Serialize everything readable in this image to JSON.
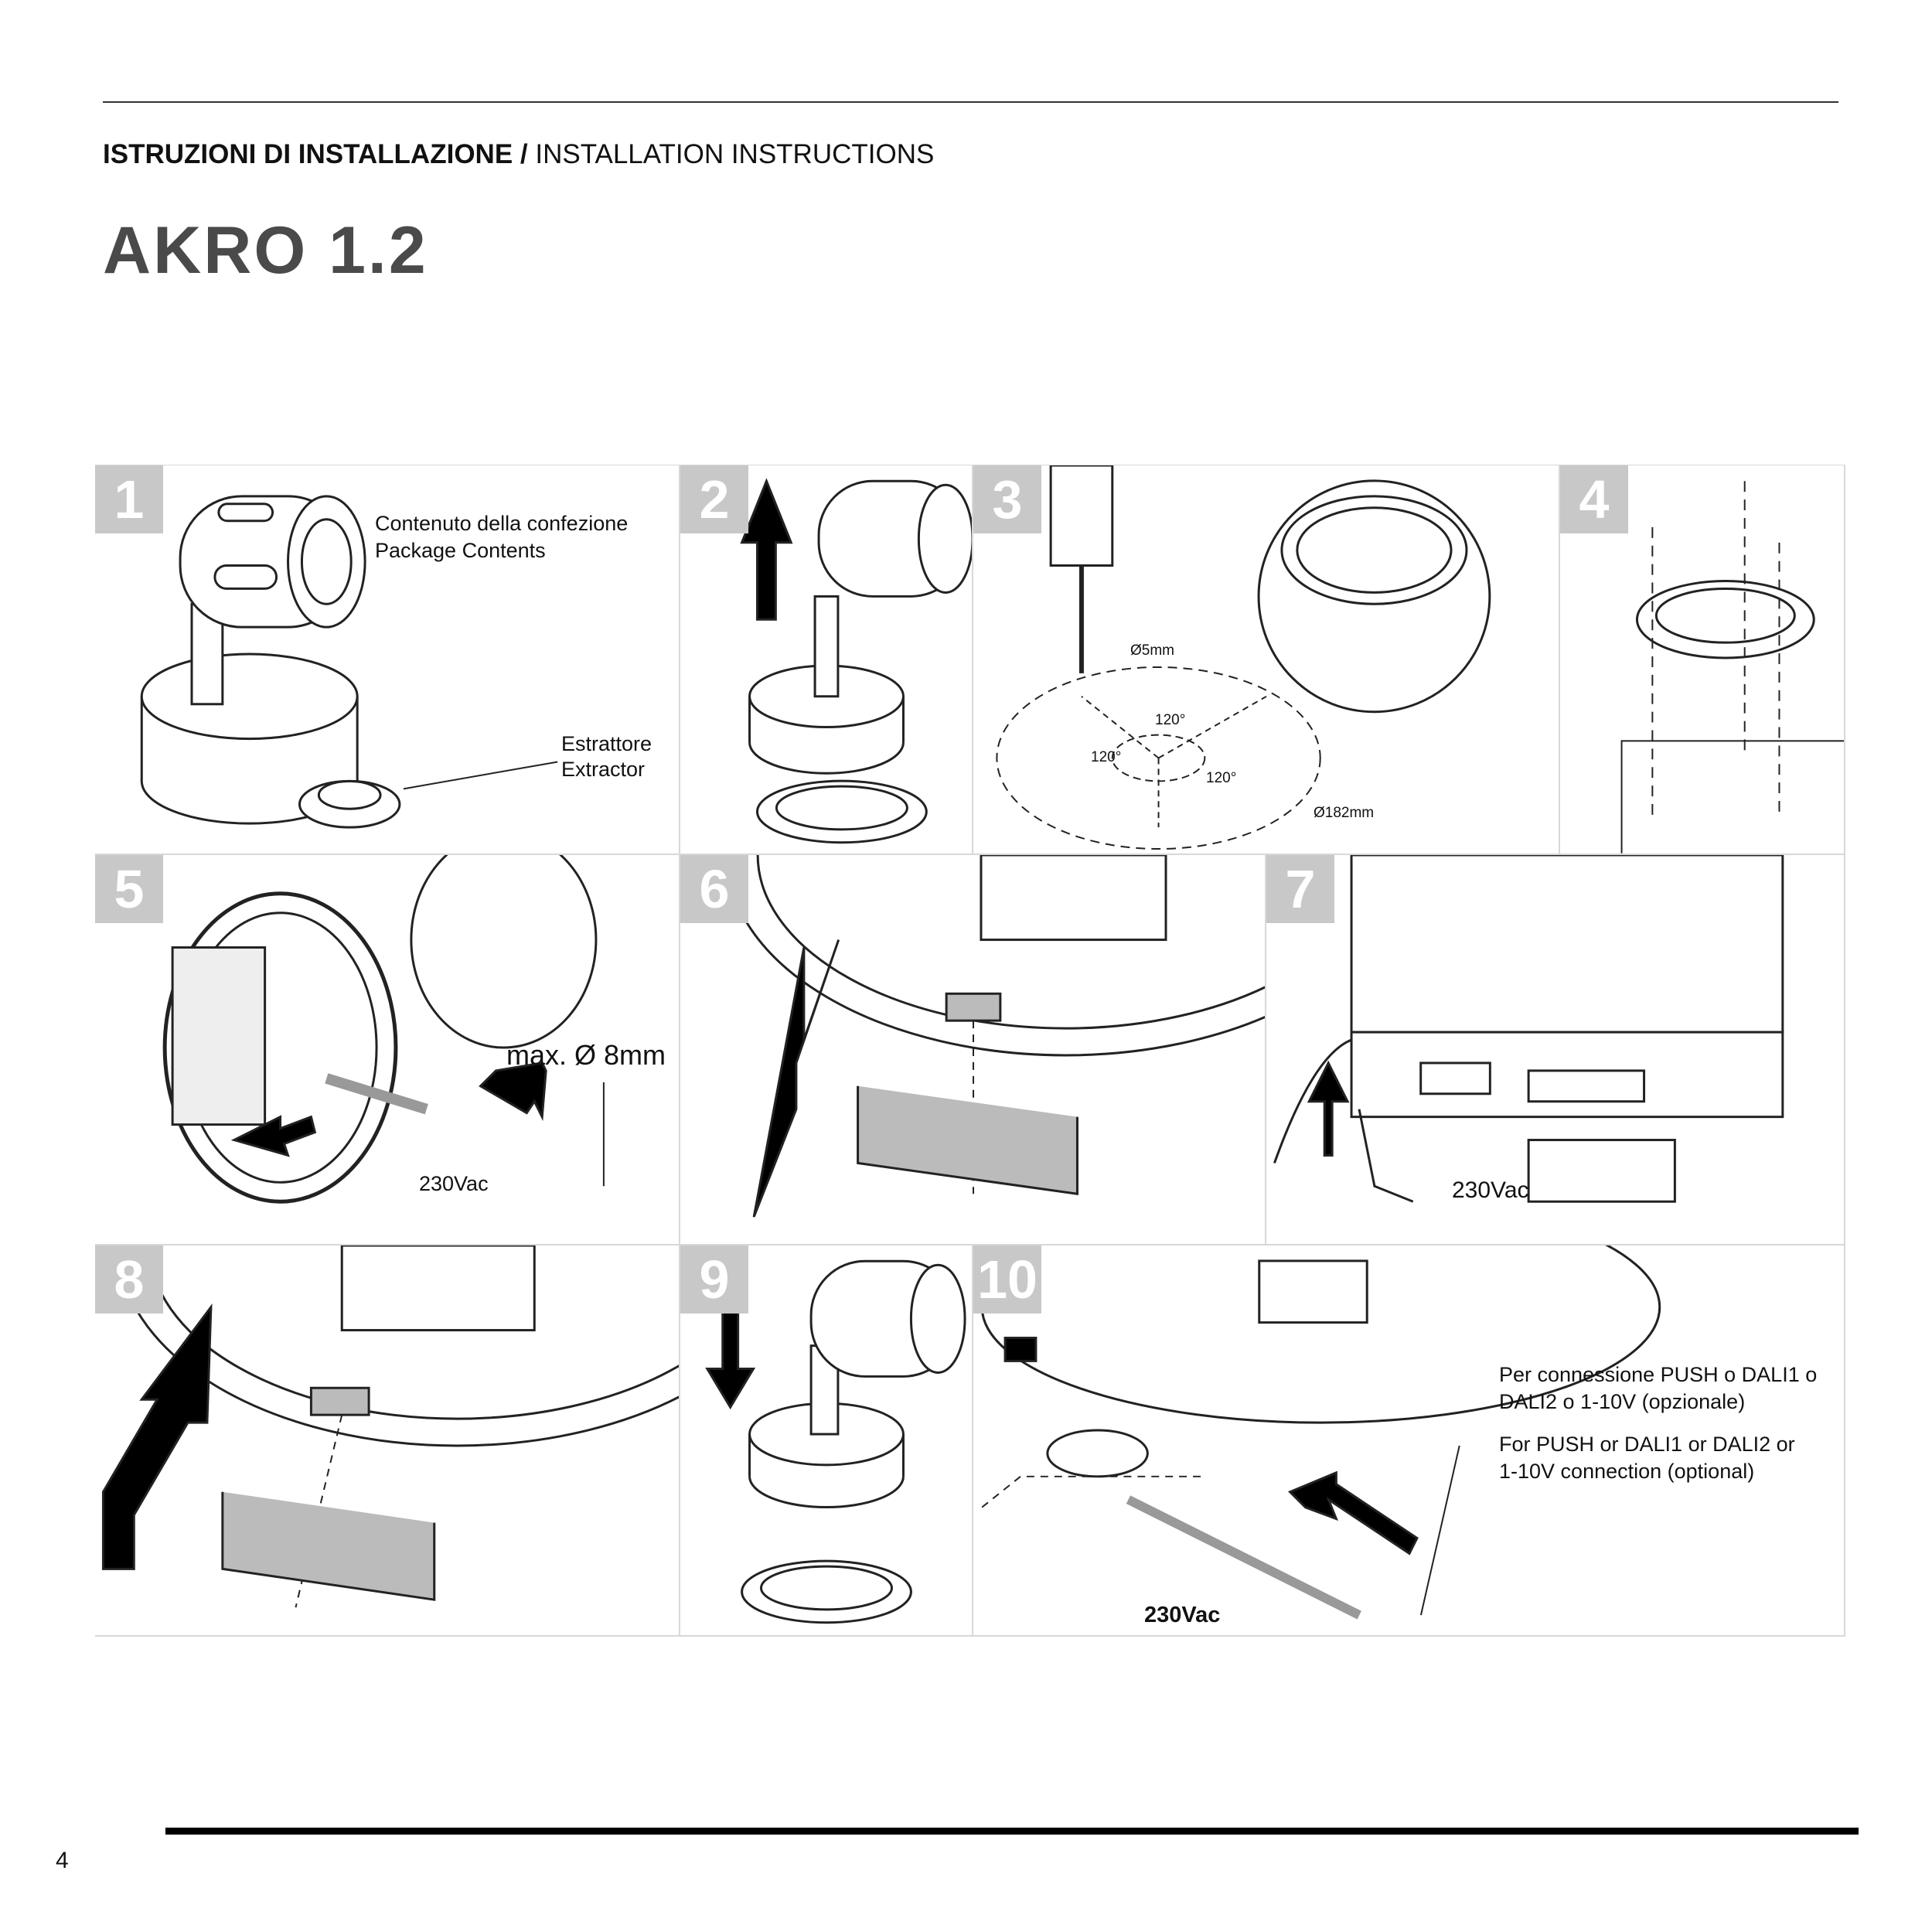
{
  "header": {
    "title_it": "ISTRUZIONI DI INSTALLAZIONE /",
    "title_en": "INSTALLATION INSTRUCTIONS",
    "product": "AKRO 1.2"
  },
  "steps": [
    {
      "number": "1",
      "labels": [
        "Contenuto della confezione",
        "Package Contents",
        "Estrattore",
        "Extractor"
      ]
    },
    {
      "number": "2"
    },
    {
      "number": "3",
      "labels": [
        "Ø5mm",
        "120°",
        "120°",
        "120°",
        "Ø182mm"
      ]
    },
    {
      "number": "4"
    },
    {
      "number": "5",
      "labels": [
        "max. Ø 8mm",
        "230Vac"
      ]
    },
    {
      "number": "6"
    },
    {
      "number": "7",
      "labels": [
        "230Vac"
      ]
    },
    {
      "number": "8"
    },
    {
      "number": "9"
    },
    {
      "number": "10",
      "labels": [
        "230Vac",
        "Per connessione PUSH o DALI1 o",
        "DALI2 o 1-10V (opzionale)",
        "For PUSH or DALI1 or DALI2 or",
        "1-10V connection (optional)"
      ]
    }
  ],
  "footer": {
    "page_number": "4"
  }
}
